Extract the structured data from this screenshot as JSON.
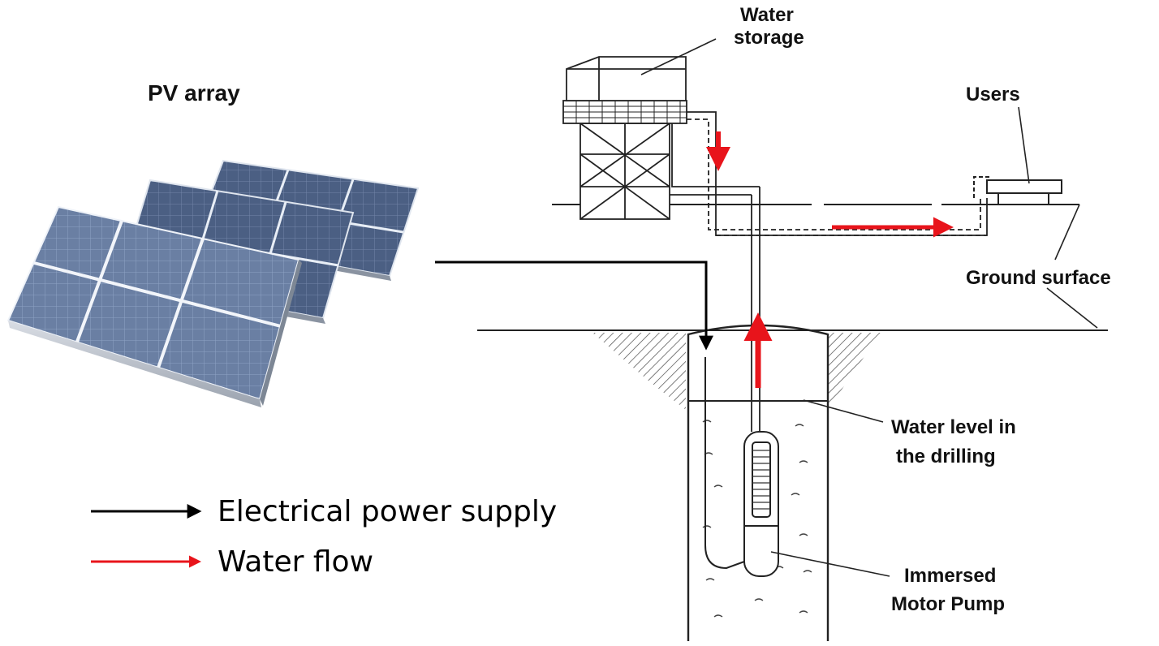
{
  "labels": {
    "pv_array": "PV array",
    "water_storage_1": "Water",
    "water_storage_2": "storage",
    "users": "Users",
    "ground_surface": "Ground surface",
    "water_level_1": "Water level in",
    "water_level_2": "the drilling",
    "pump_1": "Immersed",
    "pump_2": "Motor Pump"
  },
  "legend": {
    "items": [
      {
        "label": "Electrical power supply",
        "color": "#000000"
      },
      {
        "label": "Water flow",
        "color": "#e8141b"
      }
    ]
  },
  "colors": {
    "panel": "#5f7397",
    "panel_dark": "#3f5170",
    "water_arrow": "#e8141b",
    "power_line": "#000000"
  }
}
